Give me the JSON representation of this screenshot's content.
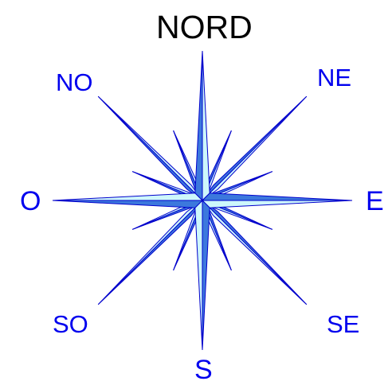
{
  "labels": {
    "north": "NORD",
    "northeast": "NE",
    "east": "E",
    "southeast": "SE",
    "south": "S",
    "southwest": "SO",
    "west": "O",
    "northwest": "NO"
  },
  "colors": {
    "background": "#ffffff",
    "north_label": "#000000",
    "labels": "#0000ee",
    "stroke": "#0000cc",
    "light_fill": "#cdf7fb",
    "dark_fill": "#3c78dd"
  }
}
